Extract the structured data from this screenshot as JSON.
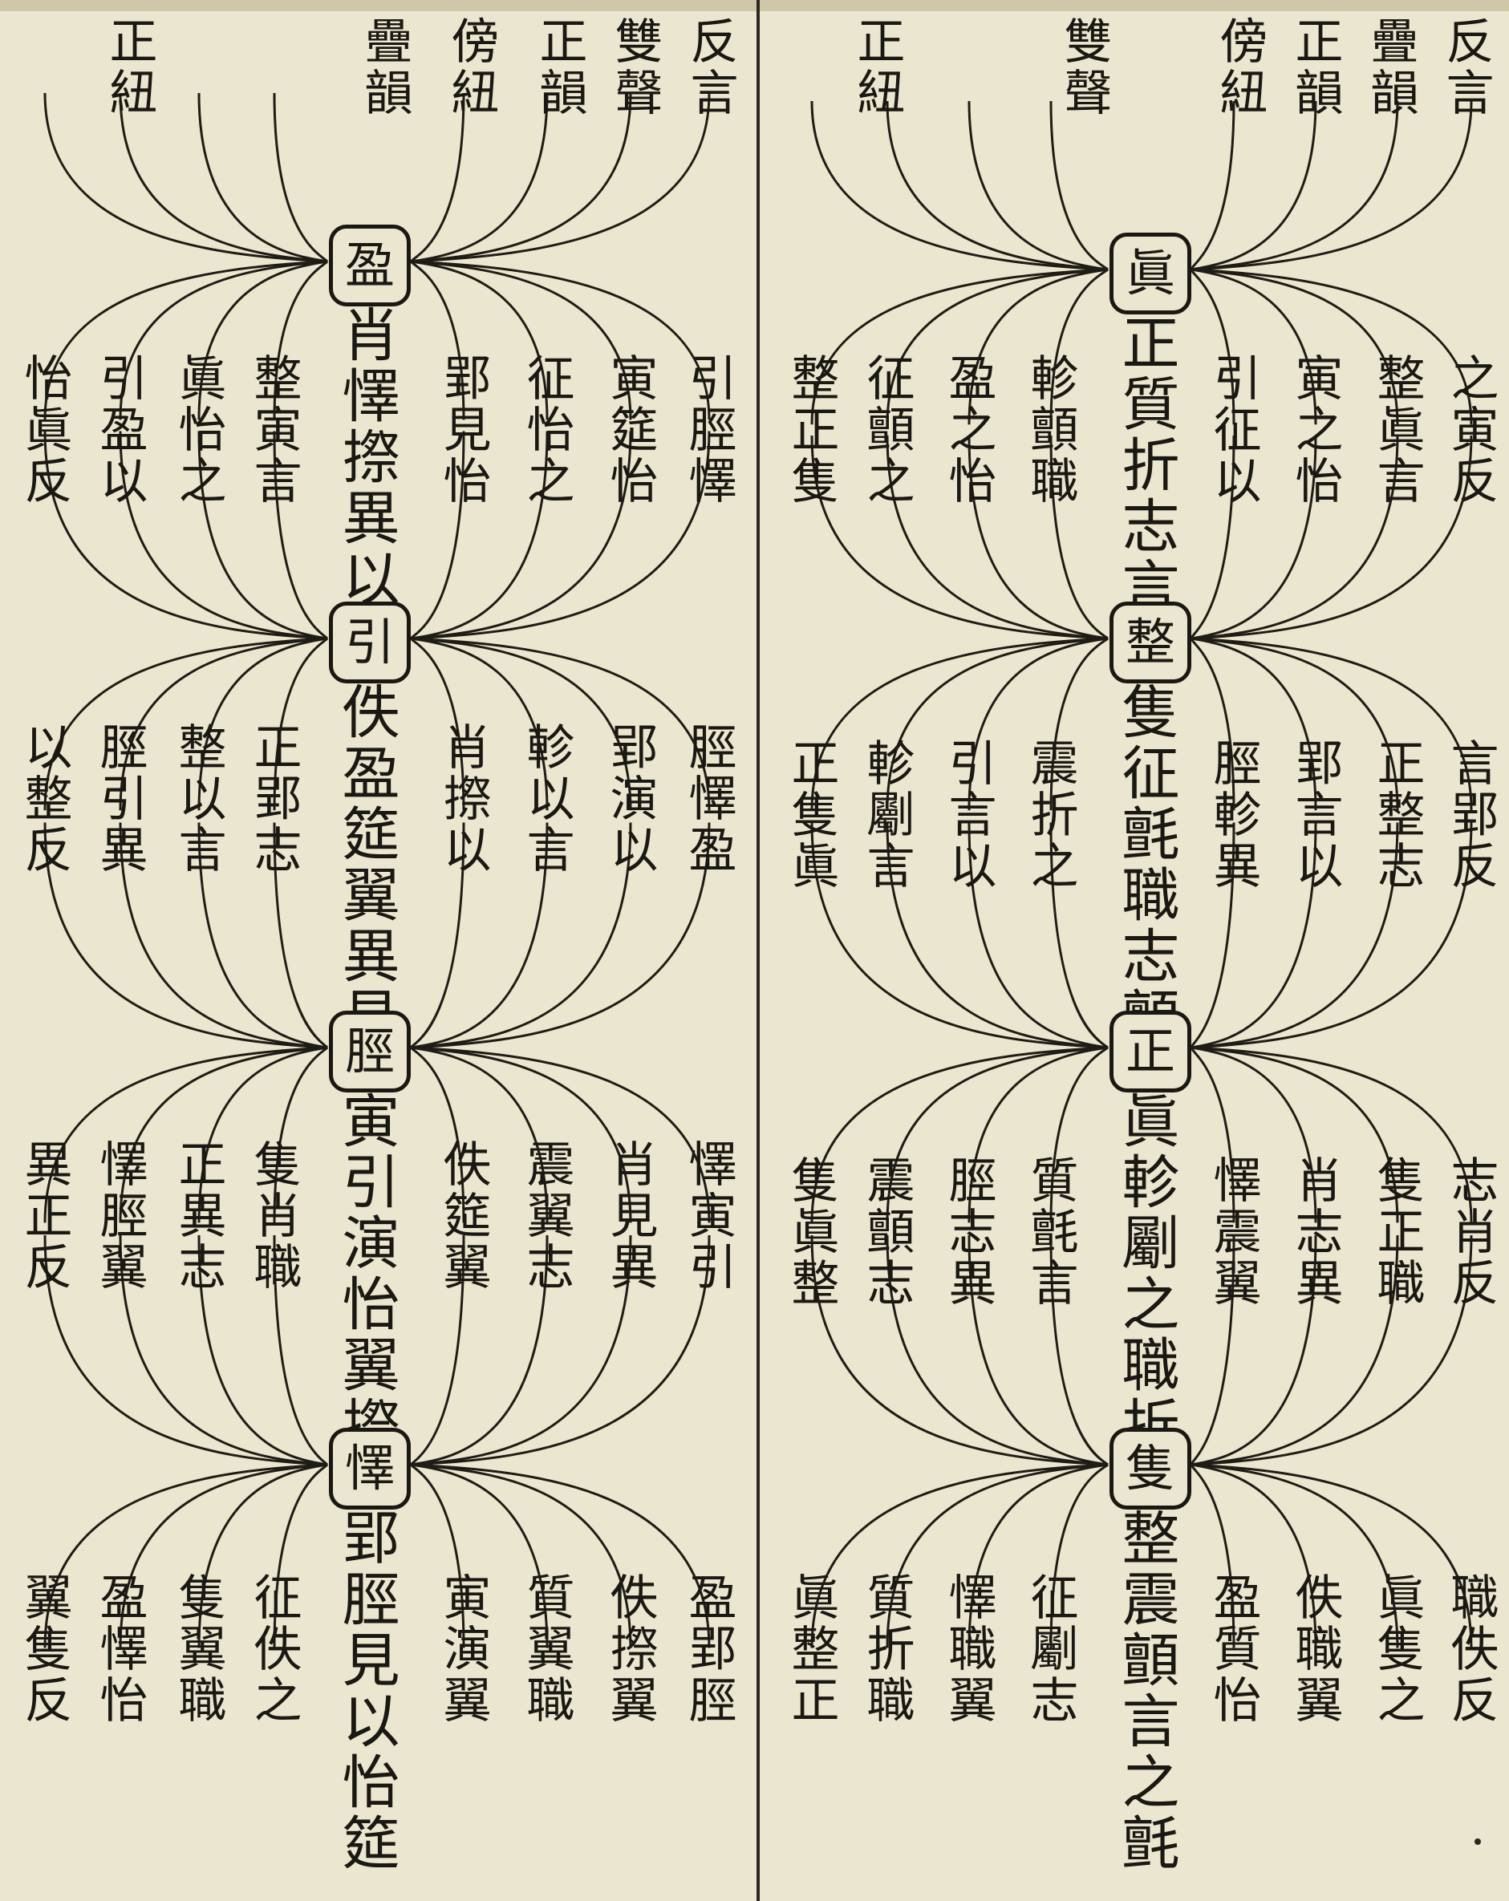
{
  "panels": {
    "right": {
      "top_cols": [
        "反言",
        "疊韻",
        "正韻",
        "傍紐",
        "雙聲",
        "正紐"
      ],
      "groups": [
        {
          "node": "眞",
          "center": "正質折志言劇",
          "cols": [
            "之寅反",
            "整眞言",
            "寅之怡",
            "引征以",
            "軫顫職",
            "盈之怡",
            "征顫之",
            "整正隻"
          ]
        },
        {
          "node": "整",
          "center": "隻征氈職志顫",
          "cols": [
            "言郢反",
            "正整志",
            "郢言以",
            "脛軫異",
            "震折之",
            "引言以",
            "軫劚言",
            "正隻眞"
          ]
        },
        {
          "node": "正",
          "center": "眞軫劚之職折",
          "cols": [
            "志肖反",
            "隻正職",
            "肖志異",
            "懌震翼",
            "質氈言",
            "脛志異",
            "震顫志",
            "隻眞整"
          ]
        },
        {
          "node": "隻",
          "center": "整震顫言之氈",
          "cols": [
            "職佚反",
            "眞隻之",
            "佚職翼",
            "盈質怡",
            "征劚志",
            "懌職翼",
            "質折職",
            "眞整正"
          ]
        }
      ]
    },
    "left": {
      "top_cols": [
        "反言",
        "雙聲",
        "正韻",
        "傍紐",
        "疊韻",
        "正紐"
      ],
      "groups": [
        {
          "node": "盈",
          "center": "肖懌摖異以演",
          "cols": [
            "引脛懌",
            "寅筵怡",
            "征怡之",
            "郢見怡",
            "整寅言",
            "眞怡之",
            "引盈以",
            "怡眞反"
          ]
        },
        {
          "node": "引",
          "center": "佚盈筵翼異見",
          "cols": [
            "脛懌盈",
            "郢演以",
            "軫以言",
            "肖摖以",
            "正郢志",
            "整以言",
            "脛引異",
            "以整反"
          ]
        },
        {
          "node": "脛",
          "center": "寅引演怡翼摖",
          "cols": [
            "懌寅引",
            "肖見異",
            "震翼志",
            "佚筵翼",
            "隻肖職",
            "正異志",
            "懌脛翼",
            "異正反"
          ]
        },
        {
          "node": "懌",
          "center": "郢脛見以怡筵",
          "cols": [
            "盈郢脛",
            "佚摖翼",
            "質翼職",
            "寅演翼",
            "征佚之",
            "隻翼職",
            "盈懌怡",
            "翼隻反"
          ]
        }
      ]
    }
  }
}
